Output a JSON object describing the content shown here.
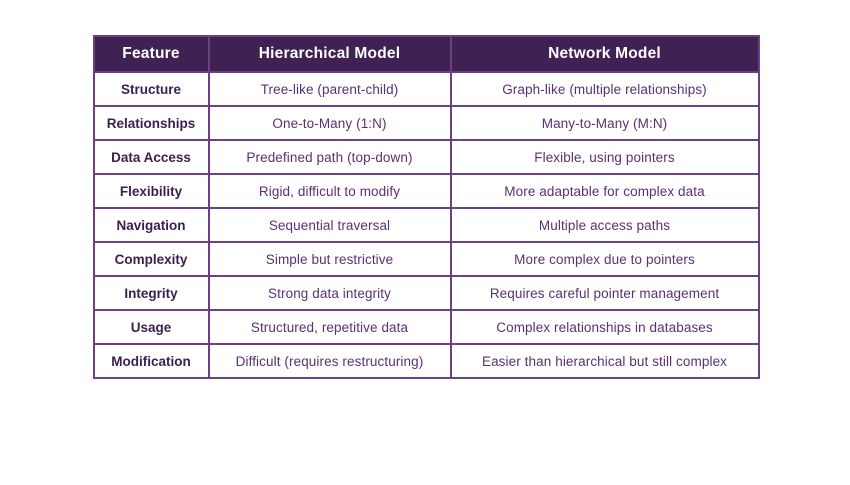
{
  "colors": {
    "header_bg": "#3f2253",
    "border_color": "#6d4084",
    "cell_text": "#5a3072",
    "label_text": "#3a1f4e",
    "header_text": "#ffffff",
    "page_bg": "#ffffff"
  },
  "table": {
    "columns": [
      "Feature",
      "Hierarchical Model",
      "Network Model"
    ],
    "rows": [
      {
        "feature": "Structure",
        "hierarchical": "Tree-like (parent-child)",
        "network": "Graph-like (multiple relationships)"
      },
      {
        "feature": "Relationships",
        "hierarchical": "One-to-Many (1:N)",
        "network": "Many-to-Many (M:N)"
      },
      {
        "feature": "Data Access",
        "hierarchical": "Predefined path (top-down)",
        "network": "Flexible, using pointers"
      },
      {
        "feature": "Flexibility",
        "hierarchical": "Rigid, difficult to modify",
        "network": "More adaptable for complex data"
      },
      {
        "feature": "Navigation",
        "hierarchical": "Sequential traversal",
        "network": "Multiple access paths"
      },
      {
        "feature": "Complexity",
        "hierarchical": "Simple but restrictive",
        "network": "More complex due to pointers"
      },
      {
        "feature": "Integrity",
        "hierarchical": "Strong data integrity",
        "network": "Requires careful pointer management"
      },
      {
        "feature": "Usage",
        "hierarchical": "Structured, repetitive data",
        "network": "Complex relationships in databases"
      },
      {
        "feature": "Modification",
        "hierarchical": "Difficult (requires restructuring)",
        "network": "Easier than hierarchical but still complex"
      }
    ]
  },
  "chart_data": {
    "type": "table",
    "title": "",
    "columns": [
      "Feature",
      "Hierarchical Model",
      "Network Model"
    ],
    "rows": [
      [
        "Structure",
        "Tree-like (parent-child)",
        "Graph-like (multiple relationships)"
      ],
      [
        "Relationships",
        "One-to-Many (1:N)",
        "Many-to-Many (M:N)"
      ],
      [
        "Data Access",
        "Predefined path (top-down)",
        "Flexible, using pointers"
      ],
      [
        "Flexibility",
        "Rigid, difficult to modify",
        "More adaptable for complex data"
      ],
      [
        "Navigation",
        "Sequential traversal",
        "Multiple access paths"
      ],
      [
        "Complexity",
        "Simple but restrictive",
        "More complex due to pointers"
      ],
      [
        "Integrity",
        "Strong data integrity",
        "Requires careful pointer management"
      ],
      [
        "Usage",
        "Structured, repetitive data",
        "Complex relationships in databases"
      ],
      [
        "Modification",
        "Difficult (requires restructuring)",
        "Easier than hierarchical but still complex"
      ]
    ],
    "layout_hints": {
      "header_style": "dark purple background, white bold text",
      "grid": "on",
      "alignment": "center"
    }
  }
}
